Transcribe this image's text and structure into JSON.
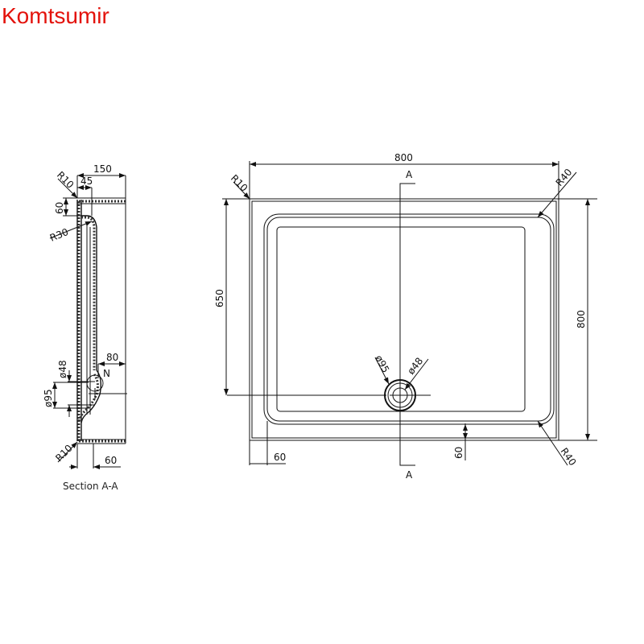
{
  "brand": {
    "name": "Komtsumir",
    "color": "#e3120b"
  },
  "section_view": {
    "caption": "Section A-A",
    "dims": {
      "width": "150",
      "wall": "45",
      "top_height": "60",
      "r_top": "R10",
      "r_inner": "R30",
      "drain_offset": "80",
      "d_outer": "ø95",
      "d_inner": "ø48",
      "r_bottom": "R10",
      "bottom_width": "60",
      "detail_marker": "N"
    }
  },
  "plan_view": {
    "dims": {
      "width": "800",
      "height": "800",
      "drain_y": "650",
      "left_margin": "60",
      "bottom_margin": "60",
      "r_outer_corner": "R10",
      "r_top_right": "R40",
      "r_bottom_right": "R40",
      "drain_outer": "ø95",
      "drain_inner": "ø48"
    },
    "section_markers": {
      "top": "A",
      "bottom": "A"
    }
  }
}
